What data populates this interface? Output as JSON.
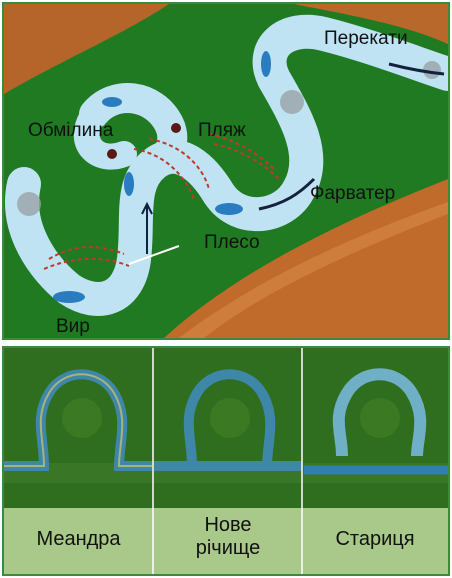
{
  "top_panel": {
    "labels": {
      "pereкаты": "",
      "rapids": "Перекати",
      "shoal": "Обмілина",
      "beach": "Пляж",
      "fairway": "Фарватер",
      "reach": "Плесо",
      "whirlpool": "Вир"
    }
  },
  "bottom_panel": {
    "captions": {
      "meander": "Меандра",
      "new_channel": "Нове річище",
      "oxbow": "Стариця"
    }
  },
  "colors": {
    "grass": "#1f7a22",
    "bank": "#c06a2c",
    "water": "#bfe3f3",
    "water_deep": "#2a7cc0",
    "caption_band": "#a9c98a"
  }
}
